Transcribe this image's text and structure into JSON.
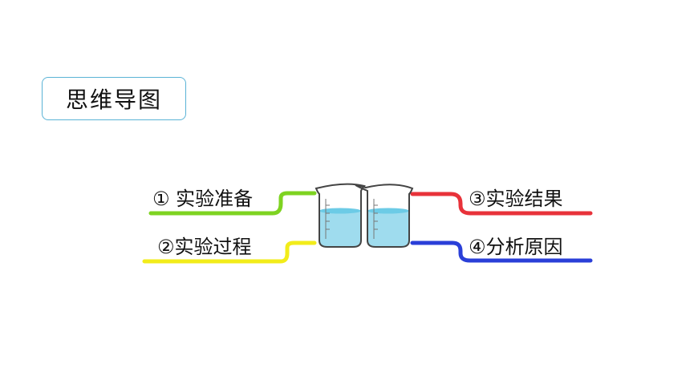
{
  "title": "思维导图",
  "branches": [
    {
      "label": "① 实验准备",
      "color": "#7ed321"
    },
    {
      "label": "②实验过程",
      "color": "#f2ec1a"
    },
    {
      "label": "③实验结果",
      "color": "#e8323a"
    },
    {
      "label": "④分析原因",
      "color": "#2a3fd8"
    }
  ],
  "icons": [
    "beaker-icon",
    "beaker-icon"
  ]
}
